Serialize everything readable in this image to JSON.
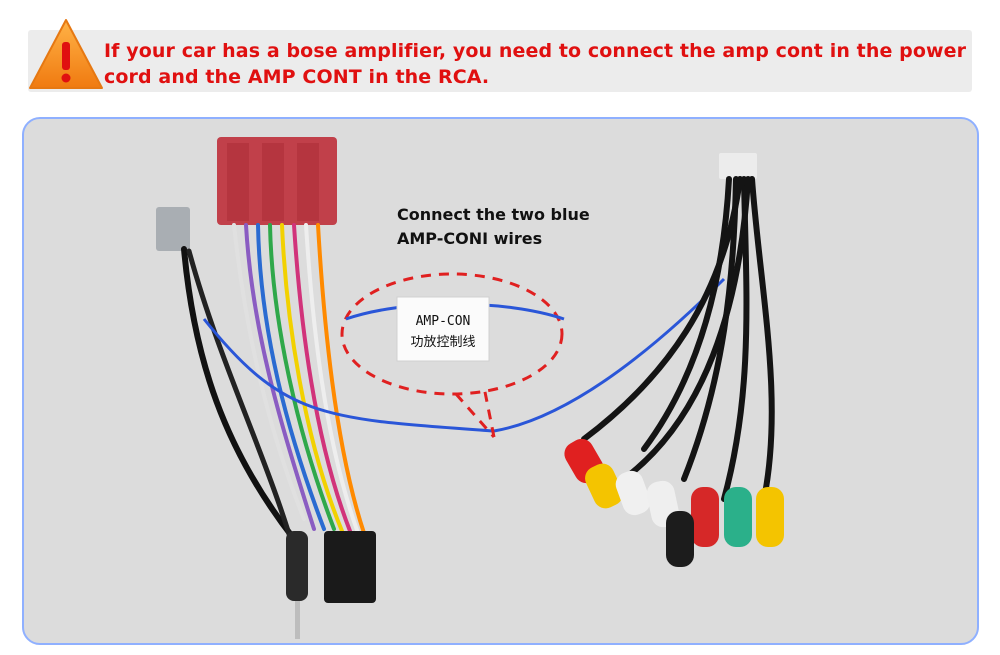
{
  "banner": {
    "warning_icon": "warning-triangle-icon",
    "text": "If your car has a bose amplifier, you need to connect the amp cont in the power cord and the AMP CONT in the RCA.",
    "text_color": "#e01010",
    "background_color": "#ececec"
  },
  "photo": {
    "caption": "Connect the two blue AMP-CONI wires",
    "wire_label_line1": "AMP-CON",
    "wire_label_line2": "功放控制线",
    "frame_color": "#8fb0ff",
    "highlight_color": "#e02020",
    "rca_colors": [
      "#e02020",
      "#f4c400",
      "#f0f0f0",
      "#2bb08a"
    ]
  }
}
